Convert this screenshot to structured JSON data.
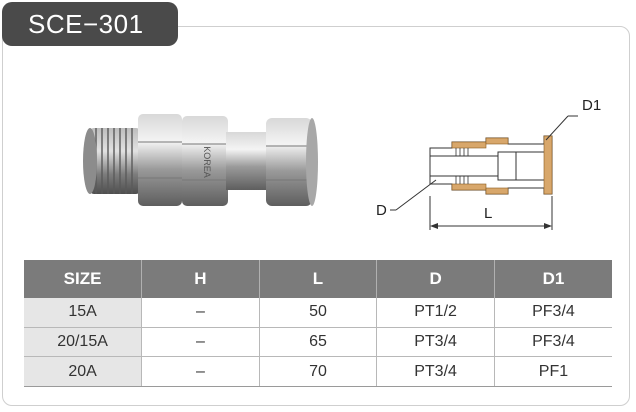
{
  "product": {
    "code": "SCE−301",
    "embossed_mark": "KOREA"
  },
  "diagram": {
    "labels": {
      "d1": "D1",
      "d": "D",
      "l": "L"
    }
  },
  "table": {
    "headers": [
      "SIZE",
      "H",
      "L",
      "D",
      "D1"
    ],
    "rows": [
      [
        "15A",
        "–",
        "50",
        "PT1/2",
        "PF3/4"
      ],
      [
        "20/15A",
        "–",
        "65",
        "PT3/4",
        "PF3/4"
      ],
      [
        "20A",
        "–",
        "70",
        "PT3/4",
        "PF1"
      ]
    ]
  },
  "colors": {
    "title_bg": "#4a4a4a",
    "header_bg": "#7b7b7b",
    "size_col_bg": "#e6e6e6",
    "fitting_body": "#b9b9b9"
  }
}
